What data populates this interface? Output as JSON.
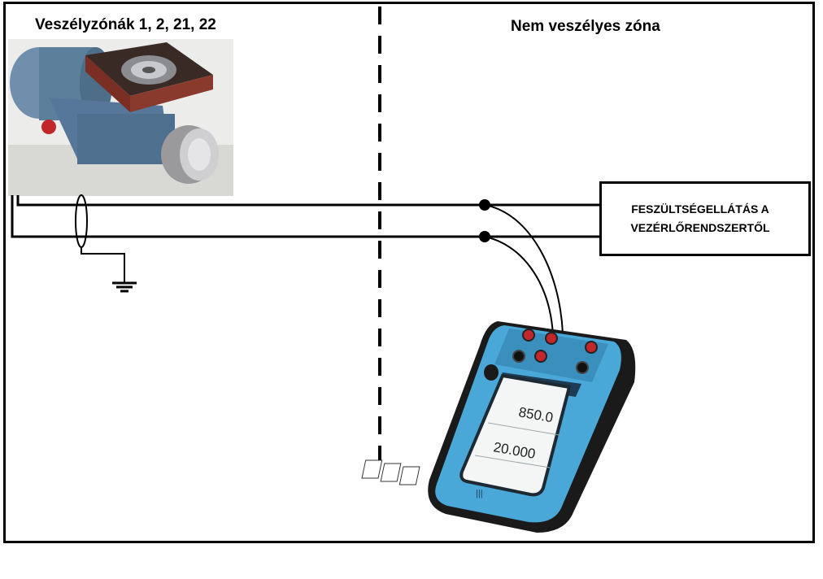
{
  "diagram": {
    "hazardous_zone_title": "Veszélyzónák 1, 2, 21, 22",
    "non_hazardous_zone_title": "Nem veszélyes zóna",
    "power_supply": {
      "line1": "FESZÜLTSÉGELLÁTÁS A",
      "line2": "VEZÉRLŐRENDSZERTŐL"
    },
    "calibrator_display": {
      "reading_top": "850.0",
      "reading_bottom": "20.000"
    },
    "colors": {
      "calibrator_body": "#4aa8d8",
      "calibrator_bumper": "#1a1a1a",
      "terminal_red": "#c0262a",
      "transducer_blue": "#5c7f9c"
    },
    "icons": [
      "pressure-transducer-image",
      "ground-icon",
      "calibrator-image"
    ]
  }
}
